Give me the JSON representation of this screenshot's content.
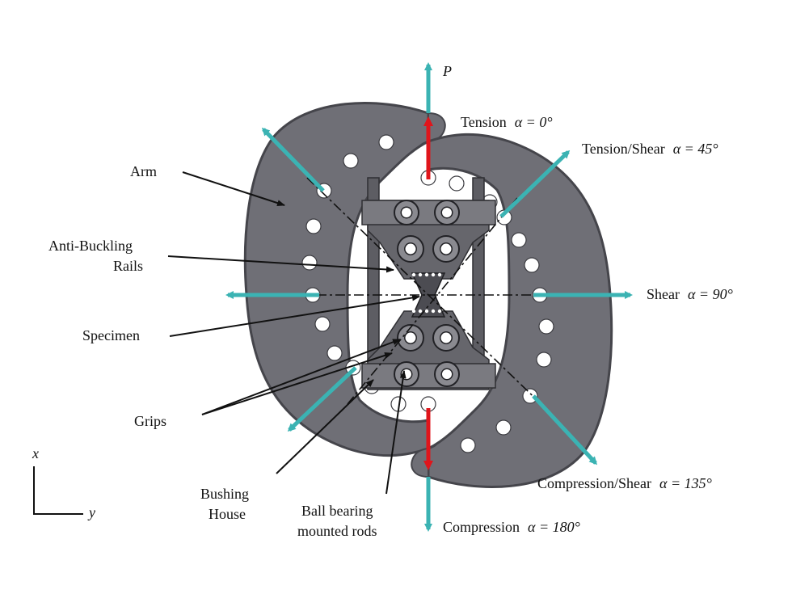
{
  "colors": {
    "arm_fill": "#6f6f76",
    "arm_edge": "#45454b",
    "hole_fill": "#ffffff",
    "load_arrow": "#3bb3b3",
    "force_arrow": "#e0151b",
    "leader": "#111111"
  },
  "load_labels": {
    "p": "P",
    "tension": {
      "text": "Tension",
      "alpha": "α = 0°"
    },
    "tension_shear": {
      "text": "Tension/Shear",
      "alpha": "α = 45°"
    },
    "shear": {
      "text": "Shear",
      "alpha": "α = 90°"
    },
    "compression_shear": {
      "text": "Compression/Shear",
      "alpha": "α = 135°"
    },
    "compression": {
      "text": "Compression",
      "alpha": "α = 180°"
    }
  },
  "part_labels": {
    "arm": "Arm",
    "anti_buckling_1": "Anti-Buckling",
    "anti_buckling_2": "Rails",
    "specimen": "Specimen",
    "grips": "Grips",
    "bushing_1": "Bushing",
    "bushing_2": "House",
    "ball_1": "Ball bearing",
    "ball_2": "mounted rods"
  },
  "axes": {
    "x": "x",
    "y": "y"
  }
}
